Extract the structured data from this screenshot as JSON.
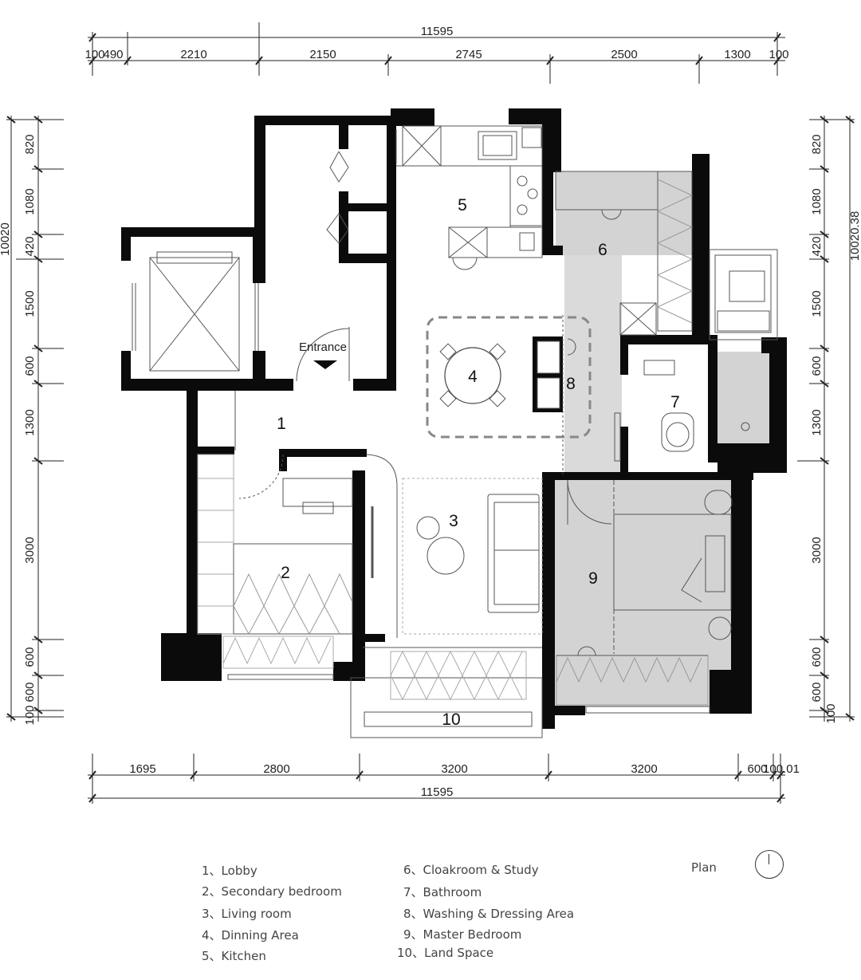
{
  "dimensions": {
    "top_total": "11595",
    "top_segments": [
      "100",
      "490",
      "2210",
      "2150",
      "2745",
      "2500",
      "1300",
      "100"
    ],
    "bottom_segments": [
      "1695",
      "2800",
      "3200",
      "3200",
      "600",
      "100.01"
    ],
    "bottom_total": "11595",
    "left_total": "10020",
    "left_segments": [
      "820",
      "1080",
      "420",
      "1500",
      "600",
      "1300",
      "3000",
      "600",
      "600",
      "100"
    ],
    "right_total": "10020.38",
    "right_segments": [
      "820",
      "1080",
      "420",
      "1500",
      "600",
      "1300",
      "3000",
      "600",
      "600",
      "100"
    ]
  },
  "entrance_label": "Entrance",
  "rooms": [
    "1",
    "2",
    "3",
    "4",
    "5",
    "6",
    "7",
    "8",
    "9",
    "10"
  ],
  "legend": {
    "items": [
      "1、Lobby",
      "2、Secondary bedroom",
      "3、Living room",
      "4、Dinning Area",
      "5、Kitchen",
      "6、Cloakroom & Study",
      "7、Bathroom",
      "8、Washing & Dressing Area",
      "9、Master  Bedroom",
      "10、Land Space"
    ],
    "plan_label": "Plan"
  },
  "colors": {
    "wall": "#0b0b0b",
    "floor_gray": "#d3d3d3",
    "line": "#555555"
  }
}
